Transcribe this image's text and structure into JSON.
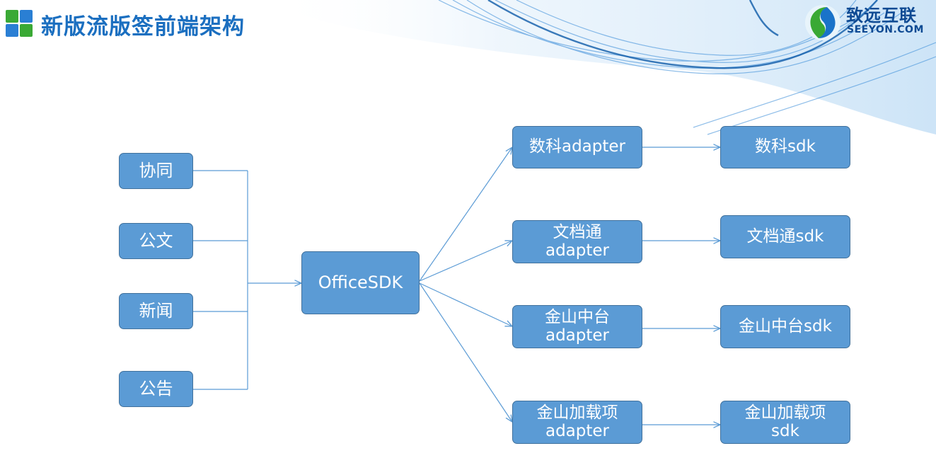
{
  "header": {
    "title": "新版流版签前端架构",
    "logo_cn": "致远互联",
    "logo_en": "SEEYON.COM"
  },
  "diagram": {
    "sources": [
      "协同",
      "公文",
      "新闻",
      "公告"
    ],
    "center": "OfficeSDK",
    "adapters": [
      "数科adapter",
      "文档通\nadapter",
      "金山中台\nadapter",
      "金山加载项\nadapter"
    ],
    "sdks": [
      "数科sdk",
      "文档通sdk",
      "金山中台sdk",
      "金山加载项\nsdk"
    ]
  },
  "colors": {
    "box_fill": "#5b9bd5",
    "box_border": "#41719c",
    "connector": "#5b9bd5",
    "title": "#1b6fc0"
  }
}
